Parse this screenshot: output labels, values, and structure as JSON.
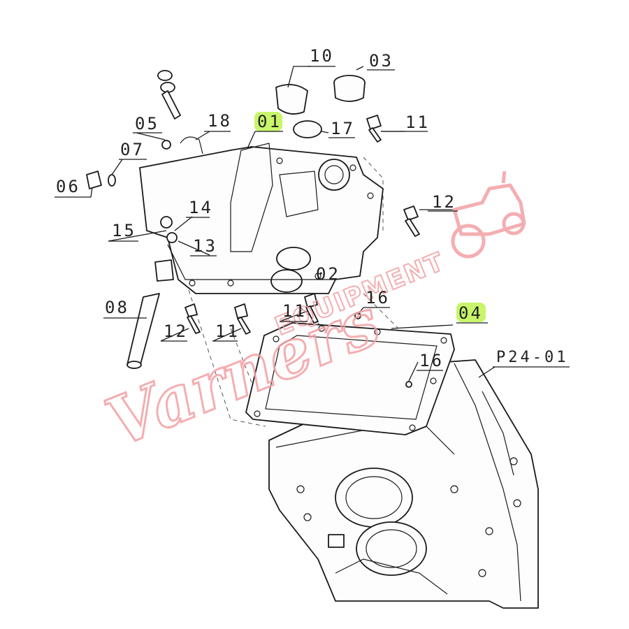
{
  "callouts": [
    {
      "id": "01",
      "label": "01",
      "highlight": true
    },
    {
      "id": "02",
      "label": "02",
      "highlight": false
    },
    {
      "id": "03",
      "label": "03",
      "highlight": false
    },
    {
      "id": "04",
      "label": "04",
      "highlight": true
    },
    {
      "id": "05",
      "label": "05",
      "highlight": false
    },
    {
      "id": "06",
      "label": "06",
      "highlight": false
    },
    {
      "id": "07",
      "label": "07",
      "highlight": false
    },
    {
      "id": "08",
      "label": "08",
      "highlight": false
    },
    {
      "id": "10",
      "label": "10",
      "highlight": false
    },
    {
      "id": "11a",
      "label": "11",
      "highlight": false
    },
    {
      "id": "11b",
      "label": "11",
      "highlight": false
    },
    {
      "id": "11c",
      "label": "11",
      "highlight": false
    },
    {
      "id": "12a",
      "label": "12",
      "highlight": false
    },
    {
      "id": "12b",
      "label": "12",
      "highlight": false
    },
    {
      "id": "13",
      "label": "13",
      "highlight": false
    },
    {
      "id": "14",
      "label": "14",
      "highlight": false
    },
    {
      "id": "15",
      "label": "15",
      "highlight": false
    },
    {
      "id": "16a",
      "label": "16",
      "highlight": false
    },
    {
      "id": "16b",
      "label": "16",
      "highlight": false
    },
    {
      "id": "17",
      "label": "17",
      "highlight": false
    },
    {
      "id": "18",
      "label": "18",
      "highlight": false
    }
  ],
  "reference": {
    "label": "P24-01"
  },
  "watermark": {
    "script": "Varners",
    "block": "EQUIPMENT"
  },
  "colors": {
    "highlight": "#c8f56a",
    "ink": "#1a1a1a",
    "watermark": "#f2a0a3"
  }
}
